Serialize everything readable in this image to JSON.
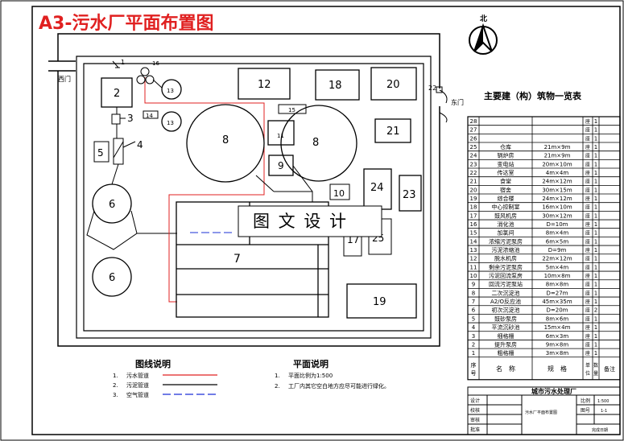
{
  "sheet_title": "A3-污水厂平面布置图",
  "north_label": "北",
  "gates": {
    "west": "西门",
    "east": "东门"
  },
  "watermark": "图 文 设 计",
  "site_labels": {
    "n1": "1",
    "n2": "2",
    "n3": "3",
    "n4": "4",
    "n5": "5",
    "n6a": "6",
    "n6b": "6",
    "n7": "7",
    "n8a": "8",
    "n8b": "8",
    "n9": "9",
    "n10": "10",
    "n11": "11",
    "n12": "12",
    "n13a": "13",
    "n13b": "13",
    "n14": "14",
    "n15": "15",
    "n16": "16",
    "n17": "17",
    "n18": "18",
    "n19": "19",
    "n20": "20",
    "n21": "21",
    "n22": "22",
    "n23": "23",
    "n24": "24",
    "n25": "25"
  },
  "table": {
    "title": "主要建（构）筑物一览表",
    "header": {
      "no": "序号",
      "name": "名　称",
      "spec": "规　格",
      "unit": "单位",
      "qty": "数量",
      "remark": "备注"
    },
    "rows": [
      {
        "no": "28",
        "name": "",
        "spec": "",
        "unit": "座",
        "qty": "1"
      },
      {
        "no": "27",
        "name": "",
        "spec": "",
        "unit": "座",
        "qty": "1"
      },
      {
        "no": "26",
        "name": "",
        "spec": "",
        "unit": "座",
        "qty": "1"
      },
      {
        "no": "25",
        "name": "仓库",
        "spec": "21m×9m",
        "unit": "座",
        "qty": "1"
      },
      {
        "no": "24",
        "name": "锅炉房",
        "spec": "21m×9m",
        "unit": "座",
        "qty": "1"
      },
      {
        "no": "23",
        "name": "变电站",
        "spec": "20m×10m",
        "unit": "座",
        "qty": "1"
      },
      {
        "no": "22",
        "name": "传达室",
        "spec": "4m×4m",
        "unit": "座",
        "qty": "1"
      },
      {
        "no": "21",
        "name": "食堂",
        "spec": "24m×12m",
        "unit": "座",
        "qty": "1"
      },
      {
        "no": "20",
        "name": "宿舍",
        "spec": "30m×15m",
        "unit": "座",
        "qty": "1"
      },
      {
        "no": "19",
        "name": "综合楼",
        "spec": "24m×12m",
        "unit": "座",
        "qty": "1"
      },
      {
        "no": "18",
        "name": "中心控制室",
        "spec": "16m×10m",
        "unit": "座",
        "qty": "1"
      },
      {
        "no": "17",
        "name": "鼓风机房",
        "spec": "30m×12m",
        "unit": "座",
        "qty": "1"
      },
      {
        "no": "16",
        "name": "消化池",
        "spec": "D=10m",
        "unit": "座",
        "qty": "1"
      },
      {
        "no": "15",
        "name": "加氯间",
        "spec": "8m×4m",
        "unit": "座",
        "qty": "1"
      },
      {
        "no": "14",
        "name": "浓缩污泥泵房",
        "spec": "6m×5m",
        "unit": "座",
        "qty": "1"
      },
      {
        "no": "13",
        "name": "污泥浓缩池",
        "spec": "D=9m",
        "unit": "座",
        "qty": "1"
      },
      {
        "no": "12",
        "name": "脱水机房",
        "spec": "22m×12m",
        "unit": "座",
        "qty": "1"
      },
      {
        "no": "11",
        "name": "剩余污泥泵房",
        "spec": "5m×4m",
        "unit": "座",
        "qty": "1"
      },
      {
        "no": "10",
        "name": "污泥回流泵房",
        "spec": "10m×8m",
        "unit": "座",
        "qty": "1"
      },
      {
        "no": "9",
        "name": "回流污泥泵站",
        "spec": "8m×8m",
        "unit": "座",
        "qty": "1"
      },
      {
        "no": "8",
        "name": "二次沉淀池",
        "spec": "D=27m",
        "unit": "座",
        "qty": "1"
      },
      {
        "no": "7",
        "name": "A2/O反应池",
        "spec": "45m×35m",
        "unit": "座",
        "qty": "1"
      },
      {
        "no": "6",
        "name": "初次沉淀池",
        "spec": "D=20m",
        "unit": "座",
        "qty": "2"
      },
      {
        "no": "5",
        "name": "鼓砂泵房",
        "spec": "8m×6m",
        "unit": "座",
        "qty": "1"
      },
      {
        "no": "4",
        "name": "平流沉砂池",
        "spec": "15m×4m",
        "unit": "座",
        "qty": "1"
      },
      {
        "no": "3",
        "name": "细格栅",
        "spec": "6m×3m",
        "unit": "座",
        "qty": "1"
      },
      {
        "no": "2",
        "name": "提升泵房",
        "spec": "9m×8m",
        "unit": "座",
        "qty": "1"
      },
      {
        "no": "1",
        "name": "粗格栅",
        "spec": "3m×8m",
        "unit": "座",
        "qty": "1"
      }
    ]
  },
  "legend": {
    "title": "图线说明",
    "items": [
      {
        "no": "1.",
        "label": "污水管道",
        "color": "#e02020",
        "style": "solid"
      },
      {
        "no": "2.",
        "label": "污泥管道",
        "color": "#000000",
        "style": "solid"
      },
      {
        "no": "3.",
        "label": "空气管道",
        "color": "#1a2fd6",
        "style": "dashed"
      }
    ]
  },
  "notes": {
    "title": "平面说明",
    "items": [
      {
        "no": "1.",
        "text": "平面比例为1:500"
      },
      {
        "no": "2.",
        "text": "工厂内其它空白地方应尽可能进行绿化。"
      }
    ]
  },
  "title_block": {
    "company": "城市污水处理厂",
    "drawing_name": "污水厂平面布置图",
    "left_labels": [
      "设计",
      "校核",
      "审核",
      "批准"
    ],
    "ratio_label": "比例",
    "ratio_value": "1:500",
    "sheet_label": "图号",
    "sheet_value": "1-1",
    "date_label": "完成日期"
  },
  "colors": {
    "accent_red": "#e02020",
    "line": "#000000",
    "air_blue": "#1a2fd6"
  }
}
